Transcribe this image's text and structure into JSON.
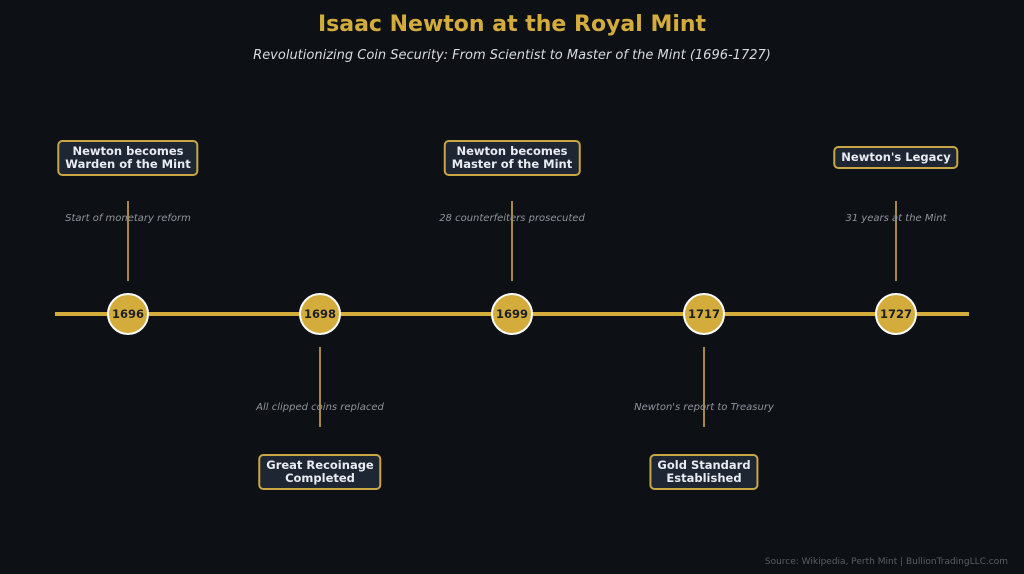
{
  "header": {
    "title": "Isaac Newton at the Royal Mint",
    "subtitle": "Revolutionizing Coin Security: From Scientist to Master of the Mint (1696-1727)"
  },
  "events": [
    {
      "year": "1696",
      "title_line1": "Newton becomes",
      "title_line2": "Warden of the Mint",
      "note": "Start of monetary reform",
      "position": "above"
    },
    {
      "year": "1698",
      "title_line1": "Great Recoinage",
      "title_line2": "Completed",
      "note": "All clipped coins replaced",
      "position": "below"
    },
    {
      "year": "1699",
      "title_line1": "Newton becomes",
      "title_line2": "Master of the Mint",
      "note": "28 counterfeiters prosecuted",
      "position": "above"
    },
    {
      "year": "1717",
      "title_line1": "Gold Standard",
      "title_line2": "Established",
      "note": "Newton's report to Treasury",
      "position": "below"
    },
    {
      "year": "1727",
      "title_line1": "Newton's Legacy",
      "title_line2": "",
      "note": "31 years at the Mint",
      "position": "above"
    }
  ],
  "footer": {
    "source": "Source: Wikipedia, Perth Mint | BullionTradingLLC.com"
  },
  "colors": {
    "background": "#0d1015",
    "accent_gold": "#d4ac3c",
    "box_fill": "#1e2633",
    "note_text": "#8f949c"
  }
}
